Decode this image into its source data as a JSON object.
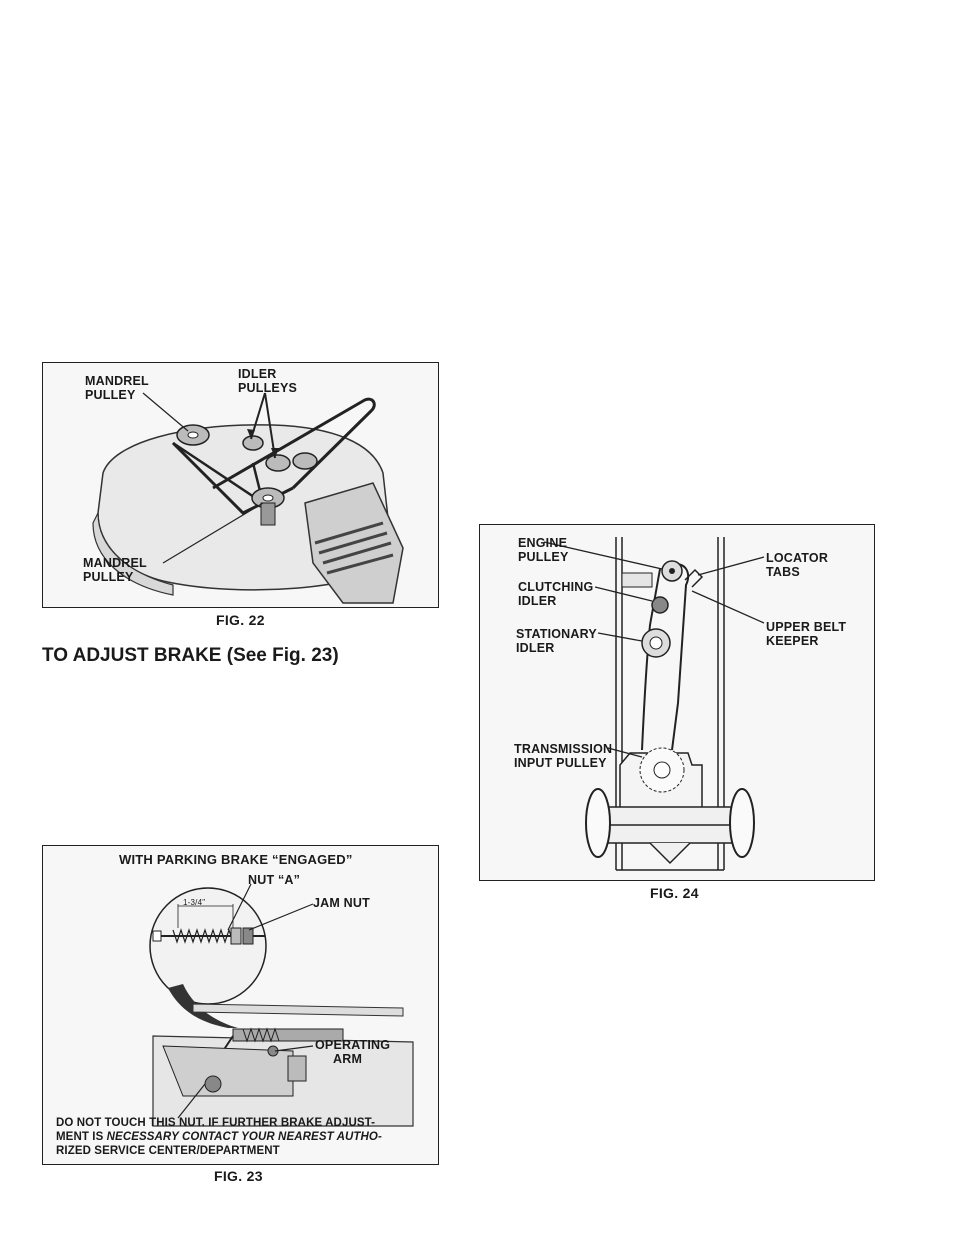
{
  "fig22": {
    "caption": "FIG. 22",
    "labels": {
      "mandrel_top_1": "MANDREL",
      "mandrel_top_2": "PULLEY",
      "idler_1": "IDLER",
      "idler_2": "PULLEYS",
      "mandrel_bottom_1": "MANDREL",
      "mandrel_bottom_2": "PULLEY"
    }
  },
  "heading": "TO ADJUST BRAKE (See Fig. 23)",
  "fig23": {
    "title": "WITH PARKING BRAKE “ENGAGED”",
    "caption": "FIG. 23",
    "labels": {
      "nut_a": "NUT “A”",
      "jam_nut": "JAM NUT",
      "dimension": "1-3/4\"",
      "operating_1": "OPERATING",
      "operating_2": "ARM"
    },
    "note": {
      "line1": "DO NOT TOUCH THIS NUT.  IF FURTHER BRAKE ADJUST-",
      "line2_a": "MENT IS ",
      "line2_b": "NECESSARY CONTACT YOUR NEAREST AUTHO-",
      "line3": "RIZED SERVICE CENTER/DEPARTMENT"
    }
  },
  "fig24": {
    "caption": "FIG. 24",
    "labels": {
      "engine_1": "ENGINE",
      "engine_2": "PULLEY",
      "clutching_1": "CLUTCHING",
      "clutching_2": "IDLER",
      "stationary_1": "STATIONARY",
      "stationary_2": "IDLER",
      "transmission_1": "TRANSMISSION",
      "transmission_2": "INPUT PULLEY",
      "locator_1": "LOCATOR",
      "locator_2": "TABS",
      "keeper_1": "UPPER BELT",
      "keeper_2": "KEEPER"
    }
  }
}
